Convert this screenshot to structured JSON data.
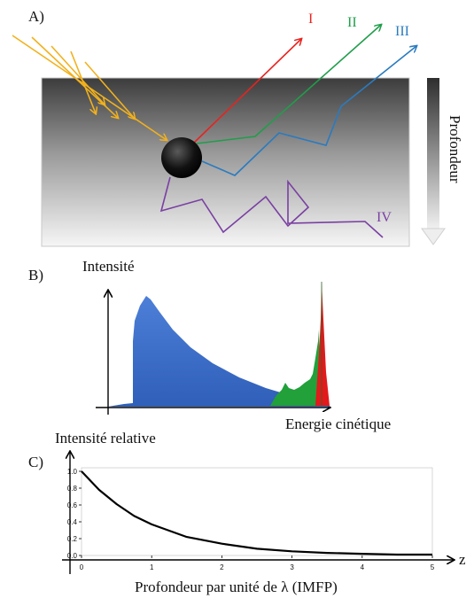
{
  "panels": {
    "a": {
      "label": "A)"
    },
    "b": {
      "label": "B)"
    },
    "c": {
      "label": "C)"
    }
  },
  "panel_a": {
    "depth_label": "Profondeur",
    "paths": [
      {
        "id": "I",
        "label": "I",
        "color": "#e8231f"
      },
      {
        "id": "II",
        "label": "II",
        "color": "#1f9e4a"
      },
      {
        "id": "III",
        "label": "III",
        "color": "#2a7bc0"
      },
      {
        "id": "IV",
        "label": "IV",
        "color": "#7a3fa3"
      }
    ],
    "incident_beam_color": "#f2b11c"
  },
  "panel_b": {
    "y_label": "Intensité",
    "x_label": "Energie cinétique",
    "colors": {
      "background": "#3a6cc8",
      "inelastic_peak": "#22a03a",
      "elastic_peak": "#e3191b"
    }
  },
  "chart_data": {
    "type": "line",
    "ylabel": "Intensité relative",
    "xlabel": "Profondeur par unité de λ (IMFP)",
    "axis_end_label": "z",
    "x_ticks": [
      "0",
      "1",
      "2",
      "3",
      "4",
      "5"
    ],
    "y_ticks": [
      "0.0",
      "0.2",
      "0.4",
      "0.6",
      "0.8",
      "1.0"
    ],
    "xlim": [
      0,
      5
    ],
    "ylim": [
      0,
      1.0
    ],
    "series": [
      {
        "x": [
          0,
          0.25,
          0.5,
          0.75,
          1.0,
          1.5,
          2.0,
          2.5,
          3.0,
          3.5,
          4.0,
          4.5,
          5.0
        ],
        "y": [
          1.0,
          0.78,
          0.61,
          0.47,
          0.37,
          0.22,
          0.14,
          0.08,
          0.05,
          0.03,
          0.02,
          0.01,
          0.01
        ]
      }
    ]
  }
}
